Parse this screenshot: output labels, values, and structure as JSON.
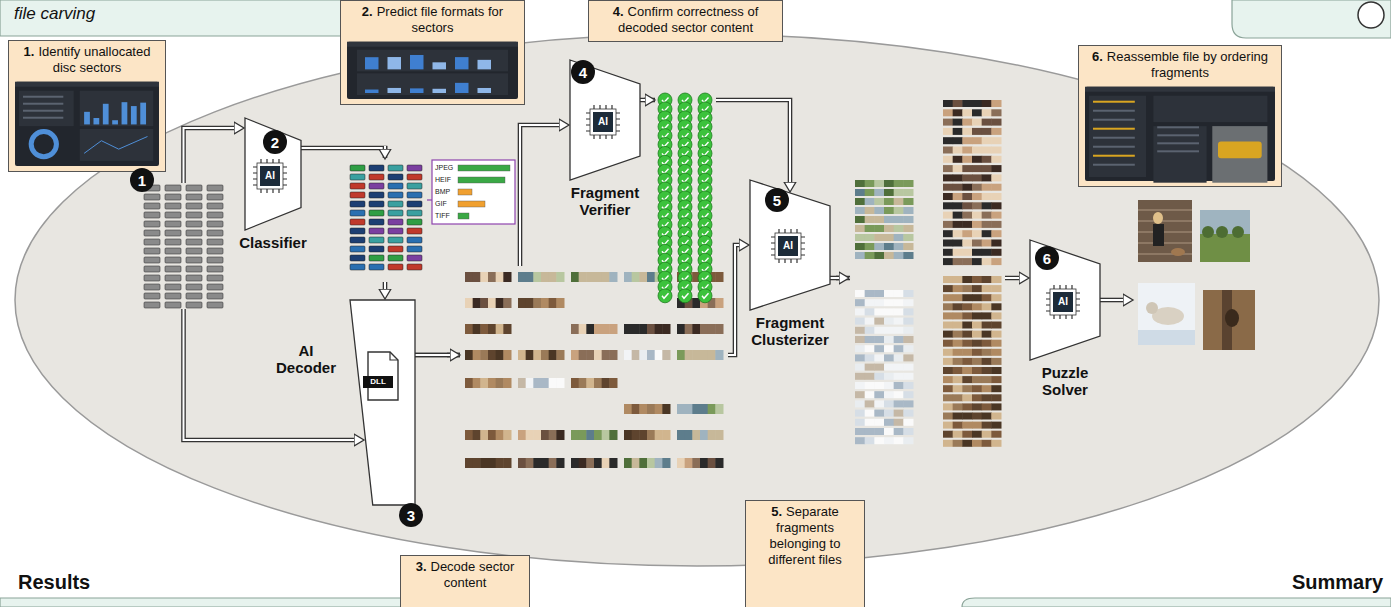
{
  "diagram": {
    "nodes": [
      {
        "text": [
          "1.",
          "Identify unallocated disc sectors"
        ]
      },
      {
        "text": [
          "2.",
          "Predict file formats for sectors"
        ]
      },
      {
        "text": [
          "4.",
          "Confirm correctness of decoded sector content"
        ]
      },
      {
        "text": [
          "6.",
          "Reassemble file by ordering fragments"
        ]
      },
      {
        "text": [
          "AI",
          "Classifier"
        ]
      },
      {
        "text": [
          "DLL",
          "AI Decoder"
        ]
      },
      {
        "text": [
          "AI",
          "Fragment Verifier"
        ]
      },
      {
        "text": [
          "AI",
          "Fragment Clusterizer"
        ]
      },
      {
        "text": [
          "AI",
          "Puzzle Solver"
        ]
      },
      {
        "text": [
          "3.",
          "Decode sector content"
        ]
      },
      {
        "text": [
          "5.",
          "Separate fragments belonging to different files"
        ]
      }
    ],
    "edges": [
      {
        "from": 4,
        "to": 5,
        "arrow": "to"
      },
      {
        "from": 5,
        "to": 6,
        "arrow": "to"
      },
      {
        "from": 5,
        "to": 7,
        "arrow": "to"
      },
      {
        "from": 6,
        "to": 7,
        "arrow": "to"
      },
      {
        "from": 7,
        "to": 8,
        "arrow": "to"
      }
    ],
    "labels": [
      "file carving",
      "1",
      "2",
      "3",
      "4",
      "5",
      "6",
      "JPEG",
      "HEIF",
      "BMP",
      "GIF",
      "TIFF",
      "Results",
      "Summary"
    ]
  }
}
